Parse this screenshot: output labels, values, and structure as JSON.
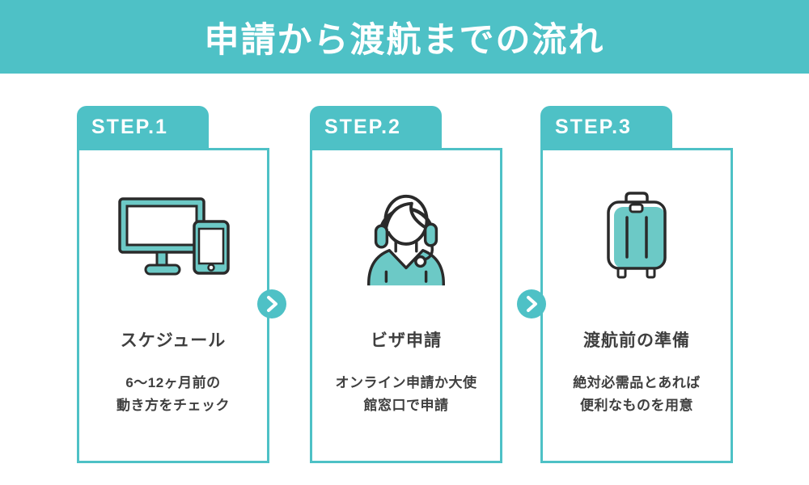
{
  "header": {
    "title": "申請から渡航までの流れ"
  },
  "colors": {
    "teal": "#4EC1C6",
    "icon_fill": "#6CC9C6",
    "outline": "#2A2A2A",
    "text": "#3F3F3F",
    "background": "#FFFFFF"
  },
  "steps": [
    {
      "label": "STEP.1",
      "icon": "desktop-and-tablet-icon",
      "title": "スケジュール",
      "description_line1": "6〜12ヶ月前の",
      "description_line2": "動き方をチェック"
    },
    {
      "label": "STEP.2",
      "icon": "support-operator-icon",
      "title": "ビザ申請",
      "description_line1": "オンライン申請か大使",
      "description_line2": "館窓口で申請"
    },
    {
      "label": "STEP.3",
      "icon": "suitcase-icon",
      "title": "渡航前の準備",
      "description_line1": "絶対必需品とあれば",
      "description_line2": "便利なものを用意"
    }
  ],
  "arrows": [
    {
      "icon": "chevron-right-icon"
    },
    {
      "icon": "chevron-right-icon"
    }
  ]
}
